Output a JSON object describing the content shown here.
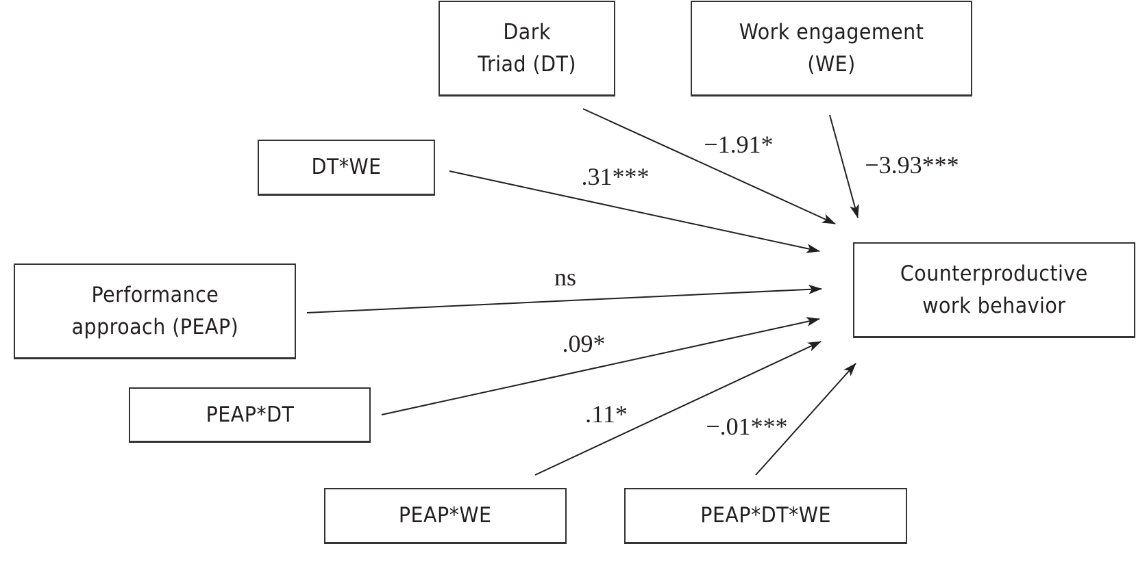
{
  "title": "Moderated moderation model predicting counterproductive work behavior",
  "nodes": {
    "dt": {
      "label": "Dark\nTriad (DT)"
    },
    "we": {
      "label": "Work engagement\n(WE)"
    },
    "dtwe": {
      "label": "DT*WE"
    },
    "peap": {
      "label": "Performance\napproach (PEAP)"
    },
    "peapdt": {
      "label": "PEAP*DT"
    },
    "peapwe": {
      "label": "PEAP*WE"
    },
    "peapdtwe": {
      "label": "PEAP*DT*WE"
    },
    "cwb": {
      "label": "Counterproductive\nwork behavior"
    }
  },
  "edges": [
    {
      "from": "dt",
      "to": "cwb",
      "label": "−1.91*"
    },
    {
      "from": "we",
      "to": "cwb",
      "label": "−3.93***"
    },
    {
      "from": "dtwe",
      "to": "cwb",
      "label": ".31***"
    },
    {
      "from": "peap",
      "to": "cwb",
      "label": "ns"
    },
    {
      "from": "peapdt",
      "to": "cwb",
      "label": ".09*"
    },
    {
      "from": "peapwe",
      "to": "cwb",
      "label": ".11*"
    },
    {
      "from": "peapdtwe",
      "to": "cwb",
      "label": "−.01***"
    }
  ],
  "colors": {
    "line": "#231f20",
    "border": "#333333",
    "background": "#ffffff"
  }
}
